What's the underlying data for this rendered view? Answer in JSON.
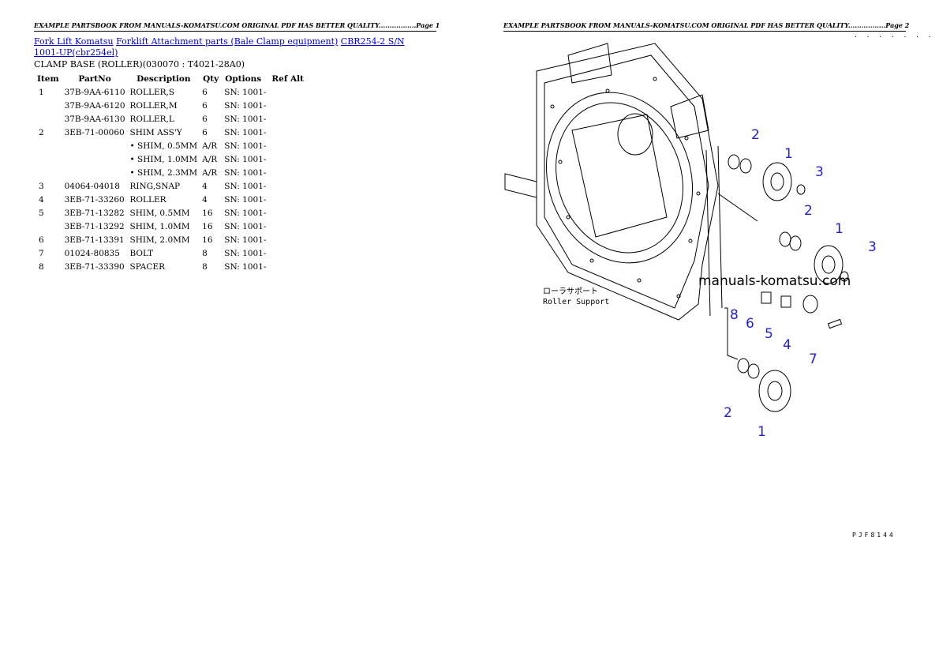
{
  "header": {
    "page1": "EXAMPLE PARTSBOOK FROM MANUALS-KOMATSU.COM ORIGINAL PDF HAS BETTER QUALITY.................Page 1",
    "page2": "EXAMPLE PARTSBOOK FROM MANUALS-KOMATSU.COM ORIGINAL PDF HAS BETTER QUALITY.................Page 2"
  },
  "breadcrumb": {
    "link1": "Fork Lift Komatsu",
    "link2": "Forklift Attachment parts (Bale Clamp equipment)",
    "link3": "CBR254-2 S/N 1001-UP(cbr254el)"
  },
  "section_title": "CLAMP BASE (ROLLER)(030070 : T4021-28A0)",
  "table": {
    "headers": [
      "Item",
      "PartNo",
      "Description",
      "Qty",
      "Options",
      "Ref Alt"
    ],
    "rows": [
      {
        "item": "1",
        "partno": "37B-9AA-6110",
        "desc": "ROLLER,S",
        "qty": "6",
        "options": "SN: 1001-",
        "ref": ""
      },
      {
        "item": "",
        "partno": "37B-9AA-6120",
        "desc": "ROLLER,M",
        "qty": "6",
        "options": "SN: 1001-",
        "ref": ""
      },
      {
        "item": "",
        "partno": "37B-9AA-6130",
        "desc": "ROLLER,L",
        "qty": "6",
        "options": "SN: 1001-",
        "ref": ""
      },
      {
        "item": "2",
        "partno": "3EB-71-00060",
        "desc": "SHIM ASS'Y",
        "qty": "6",
        "options": "SN: 1001-",
        "ref": ""
      },
      {
        "item": "",
        "partno": "",
        "desc": "• SHIM, 0.5MM",
        "qty": "A/R",
        "options": "SN: 1001-",
        "ref": ""
      },
      {
        "item": "",
        "partno": "",
        "desc": "• SHIM, 1.0MM",
        "qty": "A/R",
        "options": "SN: 1001-",
        "ref": ""
      },
      {
        "item": "",
        "partno": "",
        "desc": "• SHIM, 2.3MM",
        "qty": "A/R",
        "options": "SN: 1001-",
        "ref": ""
      },
      {
        "item": "3",
        "partno": "04064-04018",
        "desc": "RING,SNAP",
        "qty": "4",
        "options": "SN: 1001-",
        "ref": ""
      },
      {
        "item": "4",
        "partno": "3EB-71-33260",
        "desc": "ROLLER",
        "qty": "4",
        "options": "SN: 1001-",
        "ref": ""
      },
      {
        "item": "5",
        "partno": "3EB-71-13282",
        "desc": "SHIM, 0.5MM",
        "qty": "16",
        "options": "SN: 1001-",
        "ref": ""
      },
      {
        "item": "",
        "partno": "3EB-71-13292",
        "desc": "SHIM, 1.0MM",
        "qty": "16",
        "options": "SN: 1001-",
        "ref": ""
      },
      {
        "item": "6",
        "partno": "3EB-71-13391",
        "desc": "SHIM, 2.0MM",
        "qty": "16",
        "options": "SN: 1001-",
        "ref": ""
      },
      {
        "item": "7",
        "partno": "01024-80835",
        "desc": "BOLT",
        "qty": "8",
        "options": "SN: 1001-",
        "ref": ""
      },
      {
        "item": "8",
        "partno": "3EB-71-33390",
        "desc": "SPACER",
        "qty": "8",
        "options": "SN: 1001-",
        "ref": ""
      }
    ]
  },
  "drawing": {
    "label_jp": "ローラサポート",
    "label_en": "Roller Support",
    "watermark": "manuals-komatsu.com",
    "dots": ". . . . . . .",
    "fig_code": "PJF8144",
    "callouts": [
      "2",
      "1",
      "3",
      "2",
      "1",
      "3",
      "8",
      "6",
      "5",
      "4",
      "7",
      "2",
      "1"
    ]
  }
}
